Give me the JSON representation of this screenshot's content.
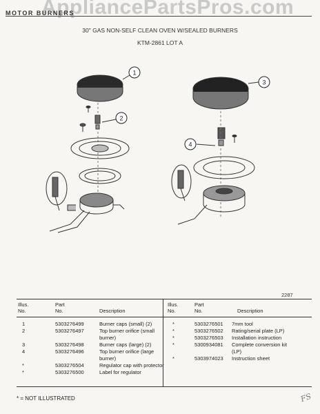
{
  "watermark": "AppliancePartsPros.com",
  "section_label": "MOTOR BURNERS",
  "title_line1": "30\" GAS NON-SELF CLEAN OVEN W/SEALED BURNERS",
  "title_line2": "KTM-2861  LOT A",
  "callouts": [
    "1",
    "2",
    "3",
    "4"
  ],
  "diagram_id": "2287",
  "table": {
    "headers": {
      "illus": "Illus.",
      "no": "No.",
      "part": "Part",
      "part_no": "No.",
      "description": "Description"
    },
    "left_rows": [
      {
        "illus": "1",
        "part": "5303276499",
        "desc": "Burner caps (small) (2)"
      },
      {
        "illus": "2",
        "part": "5303276497",
        "desc": "Top burner orifice (small"
      },
      {
        "illus": "",
        "part": "",
        "desc": "burner)"
      },
      {
        "illus": "3",
        "part": "5303276498",
        "desc": "Burner caps (large) (2)"
      },
      {
        "illus": "4",
        "part": "5303276496",
        "desc": "Top burner orifice (large"
      },
      {
        "illus": "",
        "part": "",
        "desc": "burner)"
      },
      {
        "illus": "*",
        "part": "5303276504",
        "desc": "Regulator cap with protector"
      },
      {
        "illus": "*",
        "part": "5303276500",
        "desc": "Label for regulator"
      }
    ],
    "right_rows": [
      {
        "illus": "*",
        "part": "5303276501",
        "desc": "7mm tool"
      },
      {
        "illus": "*",
        "part": "5303276502",
        "desc": "Rating/serial plate (LP)"
      },
      {
        "illus": "*",
        "part": "5303276503",
        "desc": "Installation instruction"
      },
      {
        "illus": "*",
        "part": "5300934081",
        "desc": "Complete conversion kit"
      },
      {
        "illus": "",
        "part": "",
        "desc": "(LP)"
      },
      {
        "illus": "*",
        "part": "5303974023",
        "desc": "Instruction sheet"
      }
    ]
  },
  "footnote": "* = NOT ILLUSTRATED",
  "initials": "FS"
}
